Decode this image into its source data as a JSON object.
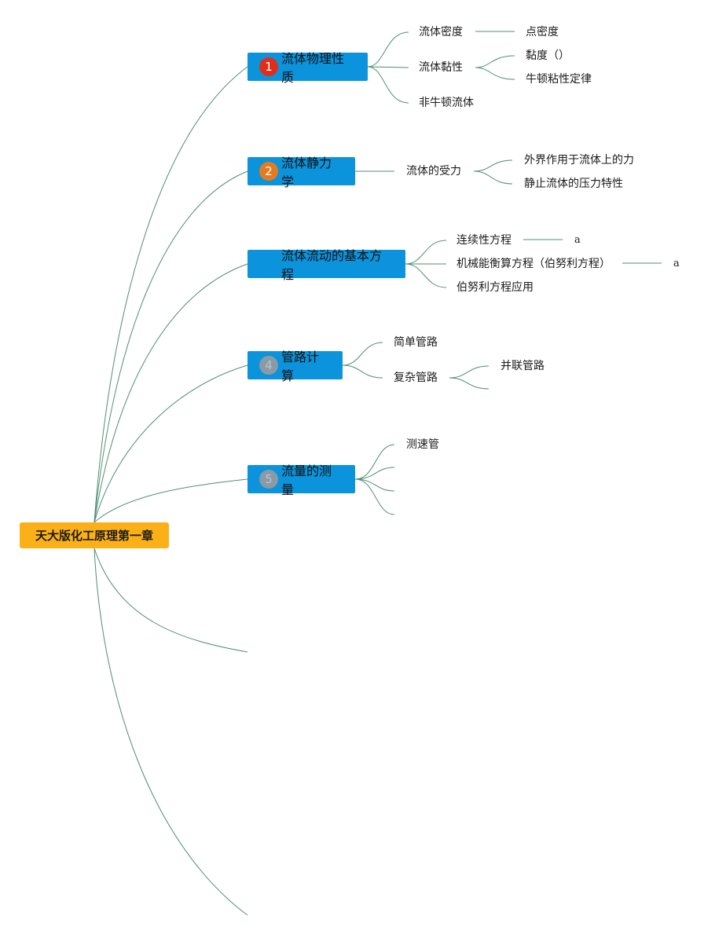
{
  "root": {
    "label": "天大版化工原理第一章"
  },
  "topics": [
    {
      "badge": "1",
      "label": "流体物理性质",
      "children": [
        {
          "label": "流体密度",
          "children": [
            {
              "label": "点密度"
            }
          ]
        },
        {
          "label": "流体黏性",
          "children": [
            {
              "label": "黏度（）"
            },
            {
              "label": "牛顿粘性定律"
            }
          ]
        },
        {
          "label": "非牛顿流体"
        }
      ]
    },
    {
      "badge": "2",
      "label": "流体静力学",
      "children": [
        {
          "label": "流体的受力",
          "children": [
            {
              "label": "外界作用于流体上的力"
            },
            {
              "label": "静止流体的压力特性"
            }
          ]
        }
      ]
    },
    {
      "badge": "",
      "label": "流体流动的基本方程",
      "children": [
        {
          "label": "连续性方程",
          "note": "a"
        },
        {
          "label": "机械能衡算方程（伯努利方程）",
          "note": "a"
        },
        {
          "label": "伯努利方程应用"
        }
      ]
    },
    {
      "badge": "4",
      "label": "管路计算",
      "children": [
        {
          "label": "简单管路"
        },
        {
          "label": "复杂管路",
          "children": [
            {
              "label": "并联管路"
            },
            {
              "label": ""
            }
          ]
        }
      ]
    },
    {
      "badge": "5",
      "label": "流量的测量",
      "children": [
        {
          "label": "测速管"
        },
        {
          "label": ""
        },
        {
          "label": ""
        },
        {
          "label": ""
        }
      ]
    }
  ],
  "colors": {
    "root_fill": "#fbb018",
    "topic_fill": "#0b93dc",
    "link": "#4f8f73",
    "badge_1": "#e02e1b",
    "badge_2": "#e57b1f",
    "badge_muted": "#8a9aa6"
  }
}
